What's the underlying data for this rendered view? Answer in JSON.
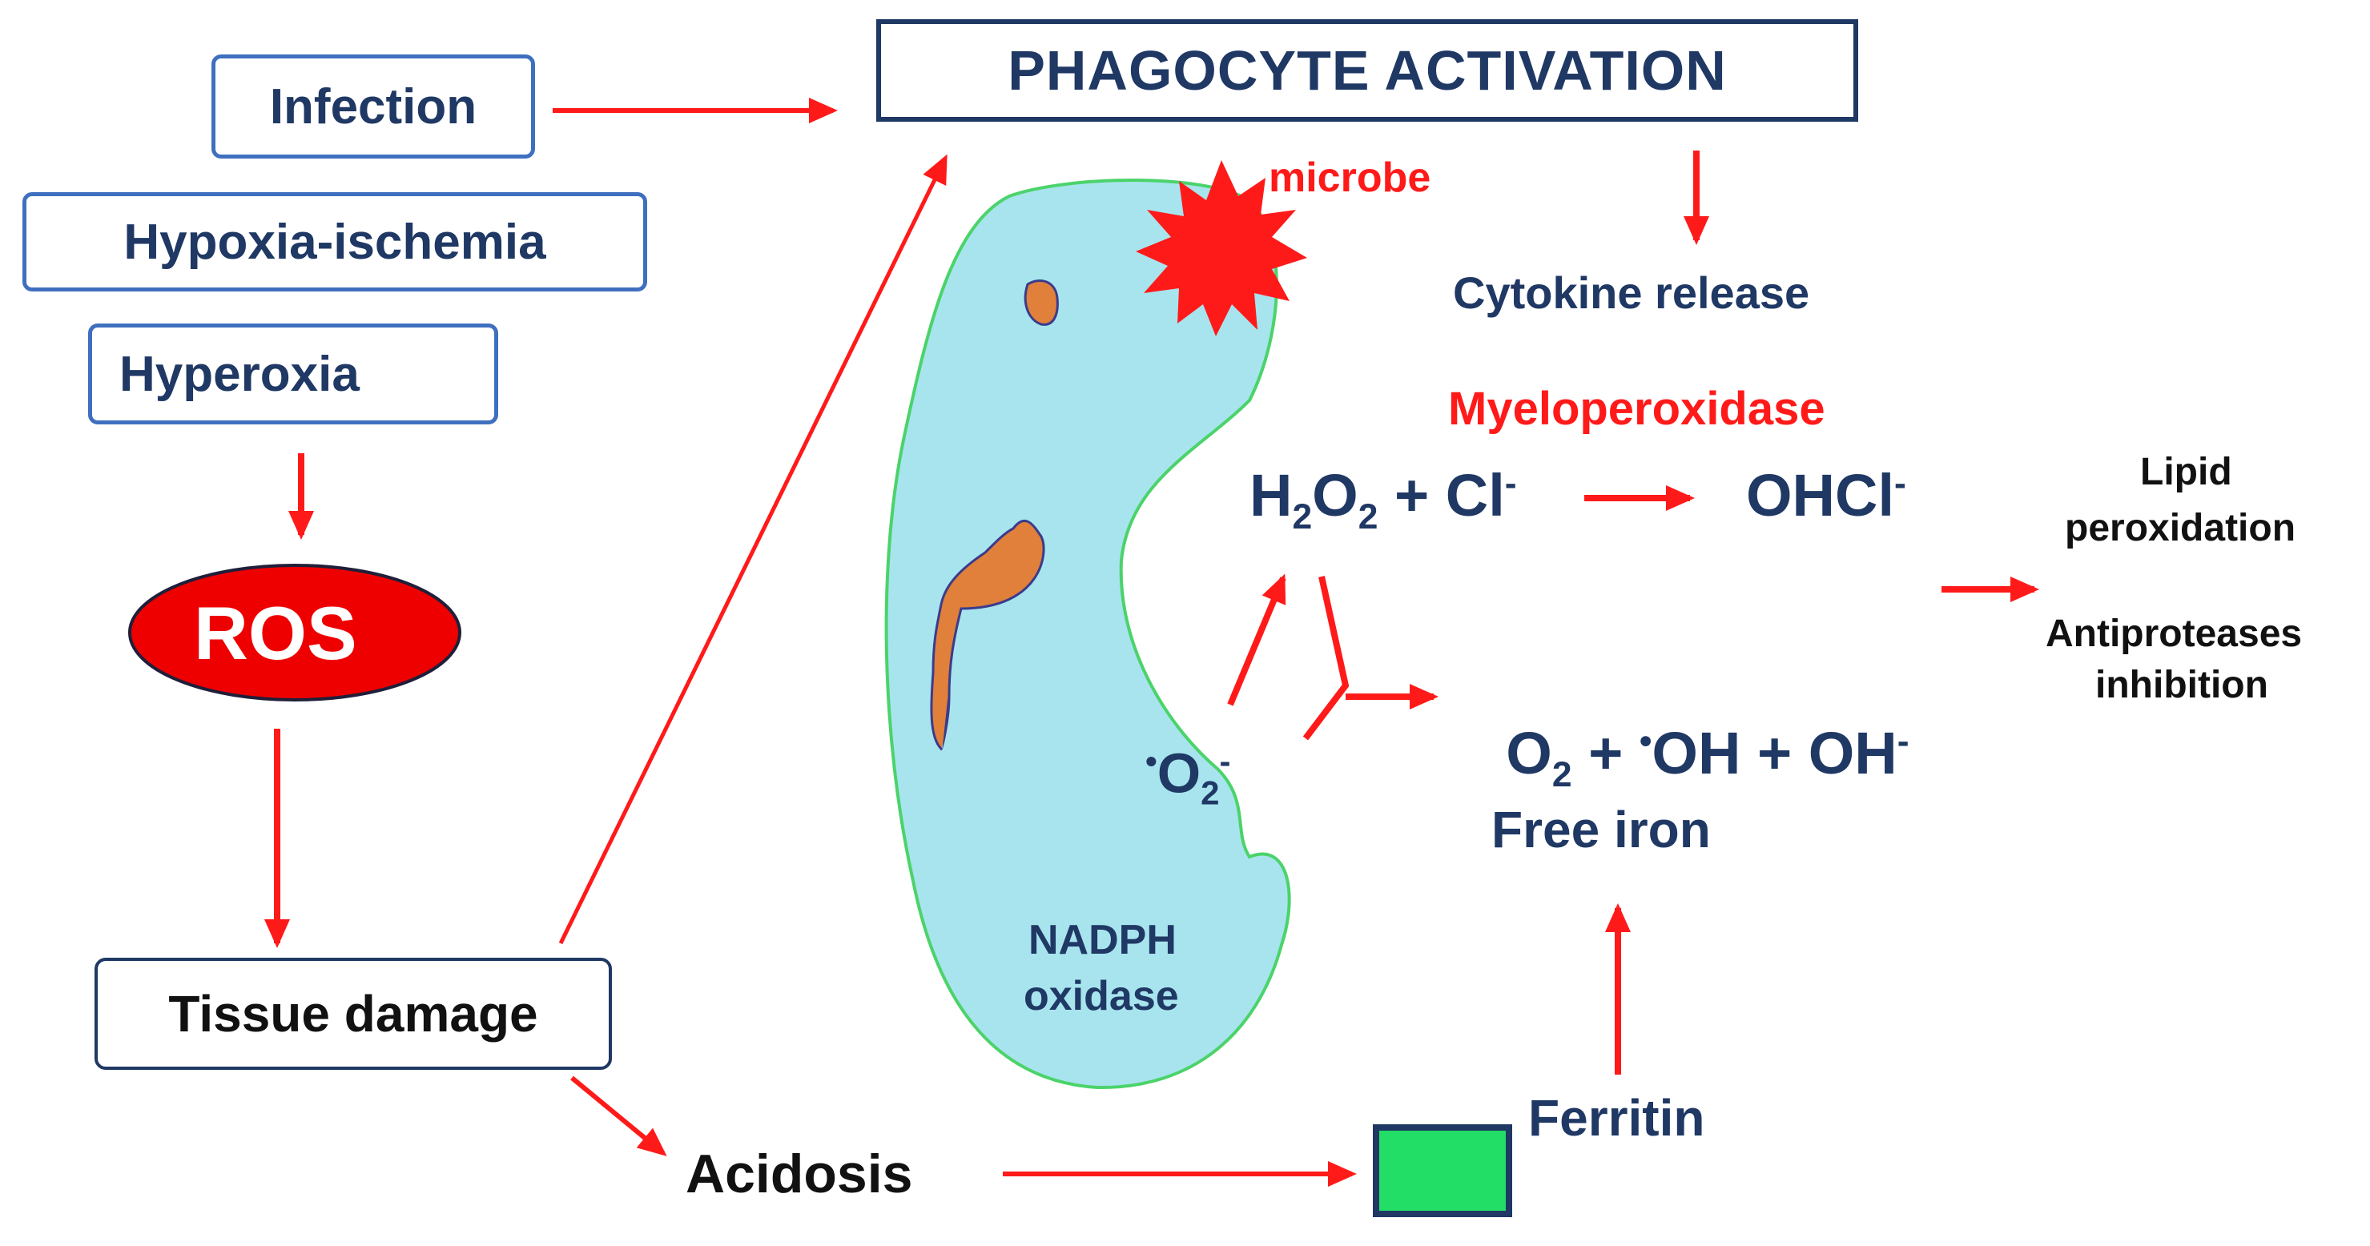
{
  "causes": {
    "infection": "Infection",
    "hypoxia": "Hypoxia-ischemia",
    "hyperoxia": "Hyperoxia"
  },
  "ros": "ROS",
  "tissue_damage": "Tissue damage",
  "acidosis": "Acidosis",
  "phagocyte_activation": "PHAGOCYTE ACTIVATION",
  "microbe": "microbe",
  "cytokine_release": "Cytokine release",
  "myeloperoxidase": "Myeloperoxidase",
  "nadph": {
    "line1": "NADPH",
    "line2": "oxidase"
  },
  "reactions": {
    "h2o2_a": "H",
    "h2o2_sub1": "2",
    "h2o2_b": "O",
    "h2o2_sub2": "2",
    "plus_cl": " + Cl",
    "cl_sup": "-",
    "ohcl": "OHCl",
    "ohcl_sup": "-",
    "superoxide_dot": "•",
    "superoxide": "O",
    "superoxide_sub": "2",
    "superoxide_sup": "-",
    "o2": "O",
    "o2_sub": "2",
    "plus_oh_dot": " + ",
    "oh_dot": "•",
    "oh": "OH + OH",
    "oh_sup": "-"
  },
  "free_iron": "Free iron",
  "ferritin": "Ferritin",
  "outcomes": {
    "lipid1": "Lipid",
    "lipid2": "peroxidation",
    "anti1": "Antiproteases",
    "anti2": "inhibition"
  },
  "colors": {
    "arrow": "#ff1a1a",
    "navy": "#1f3864",
    "box_border": "#3f6fbf",
    "cell_fill": "#a8e4ee",
    "cell_border": "#4bd36a",
    "organelle": "#e0803a",
    "ferritin_box": "#22dd66"
  }
}
